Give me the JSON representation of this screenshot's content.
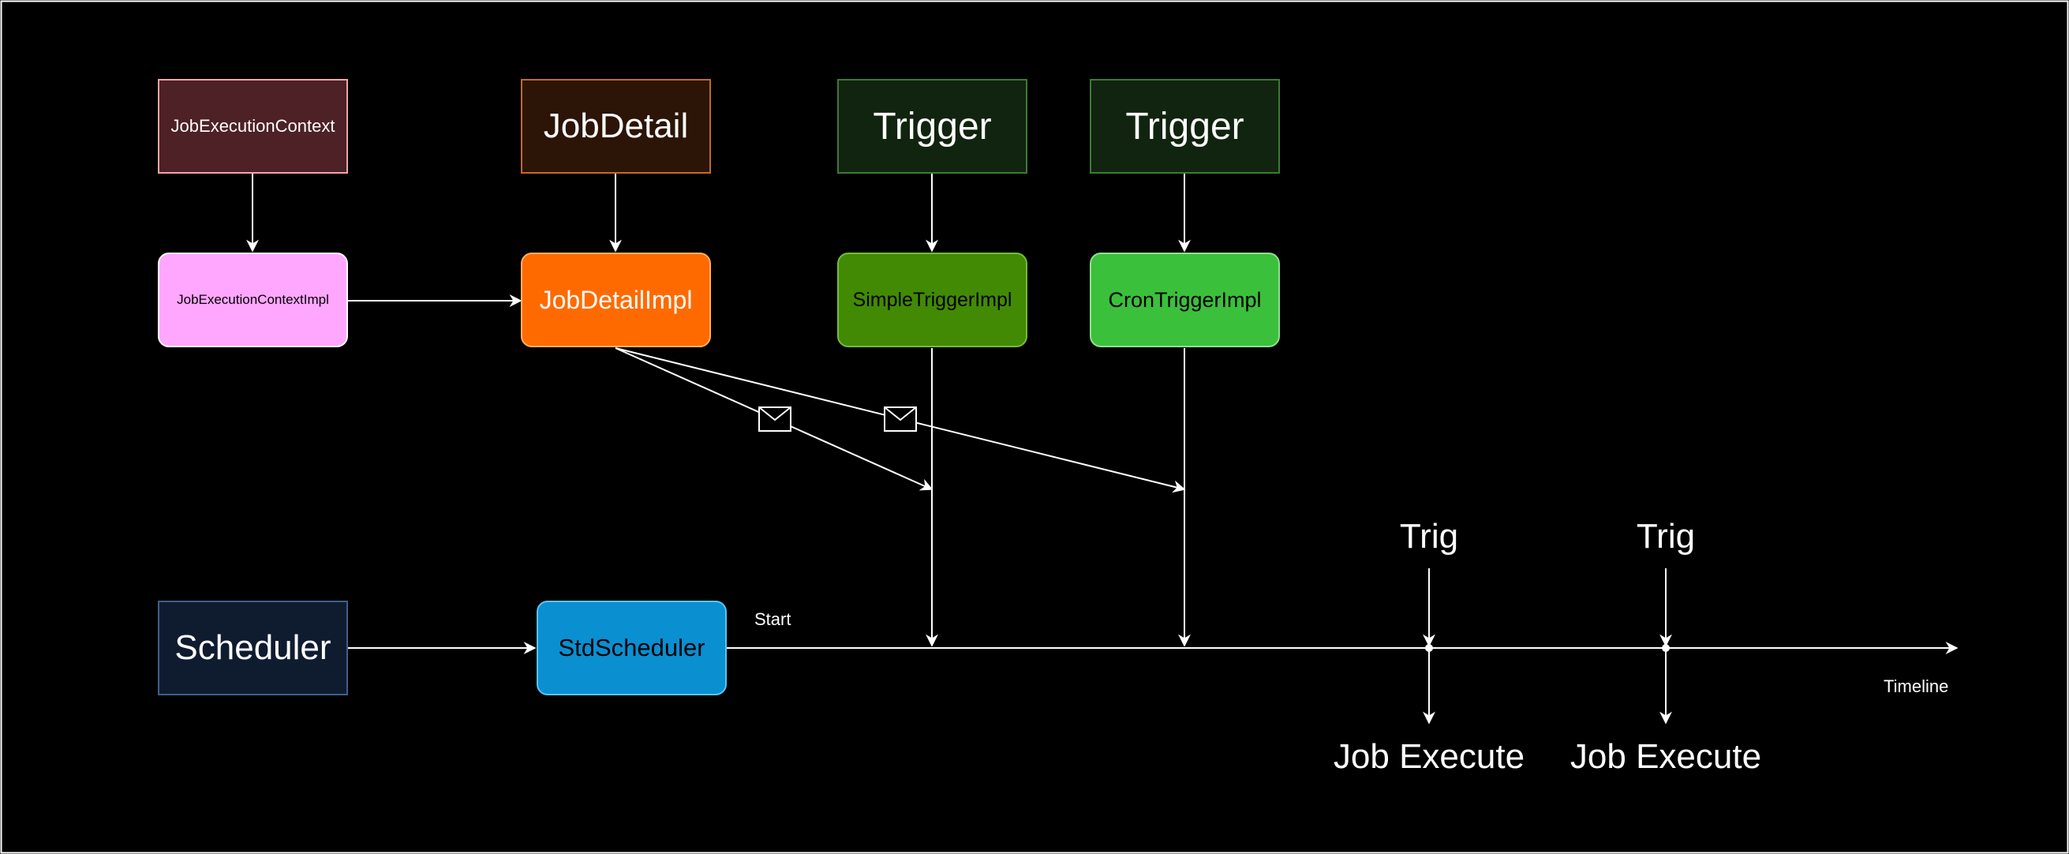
{
  "diagram": {
    "boxes": {
      "job_execution_context": "JobExecutionContext",
      "job_detail": "JobDetail",
      "trigger_1": "Trigger",
      "trigger_2": "Trigger",
      "job_execution_context_impl": "JobExecutionContextImpl",
      "job_detail_impl": "JobDetailImpl",
      "simple_trigger_impl": "SimpleTriggerImpl",
      "cron_trigger_impl": "CronTriggerImpl",
      "scheduler": "Scheduler",
      "std_scheduler": "StdScheduler"
    },
    "labels": {
      "start": "Start",
      "timeline": "Timeline",
      "trig_1": "Trig",
      "trig_2": "Trig",
      "job_execute_1": "Job Execute",
      "job_execute_2": "Job Execute"
    },
    "icons": [
      "envelope-icon",
      "envelope-icon"
    ],
    "colors": {
      "background": "#000000",
      "line": "#ffffff",
      "job_execution_context_fill": "#4d2125",
      "job_execution_context_border": "#f3a4a4",
      "job_detail_fill": "#2c1406",
      "job_detail_border": "#c06a28",
      "trigger_fill": "#11240f",
      "trigger_border": "#3d7a33",
      "job_execution_context_impl_fill": "#ffa6ff",
      "job_detail_impl_fill": "#ff6a00",
      "simple_trigger_impl_fill": "#428a03",
      "cron_trigger_impl_fill": "#3bc03b",
      "scheduler_fill": "#0f1c30",
      "scheduler_border": "#3e5f8a",
      "std_scheduler_fill": "#0a8fd1"
    }
  }
}
